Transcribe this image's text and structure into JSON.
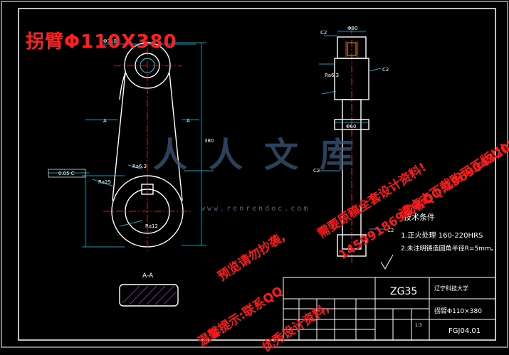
{
  "title_overlay": "拐臂Φ110X380",
  "watermark": {
    "logo_text": "人人文库",
    "site": "www.renrendoc.com",
    "lines": [
      "预览请勿抄袭,",
      "温馨提示:联系QQ",
      "优秀设计资料,",
      "需要原稿全套设计资料!",
      "145991869或者QQ:1969043202",
      "请点击下载购买正版!!!"
    ]
  },
  "drawing": {
    "section_label": "A-A",
    "cut_label_a": "A",
    "roughness": [
      "Ra6.3",
      "Ra25",
      "Ra12",
      "Ra6.3"
    ],
    "chamfers": [
      "C2",
      "C2",
      "C2",
      "C2"
    ],
    "tolerance": "0.05 C",
    "dimensions": [
      "Φ110",
      "380",
      "Φ60",
      "Φ80"
    ]
  },
  "tech_requirements": {
    "title": "技术条件",
    "items": [
      "1.正火处理 160-220HRS",
      "2.未注明铸造圆角半径R=5mm。"
    ]
  },
  "title_block": {
    "material": "ZG35",
    "school": "辽宁科技大学",
    "part_name": "拐臂Φ110×380",
    "drawing_no": "FGJ04.01",
    "scale": "1:3"
  }
}
